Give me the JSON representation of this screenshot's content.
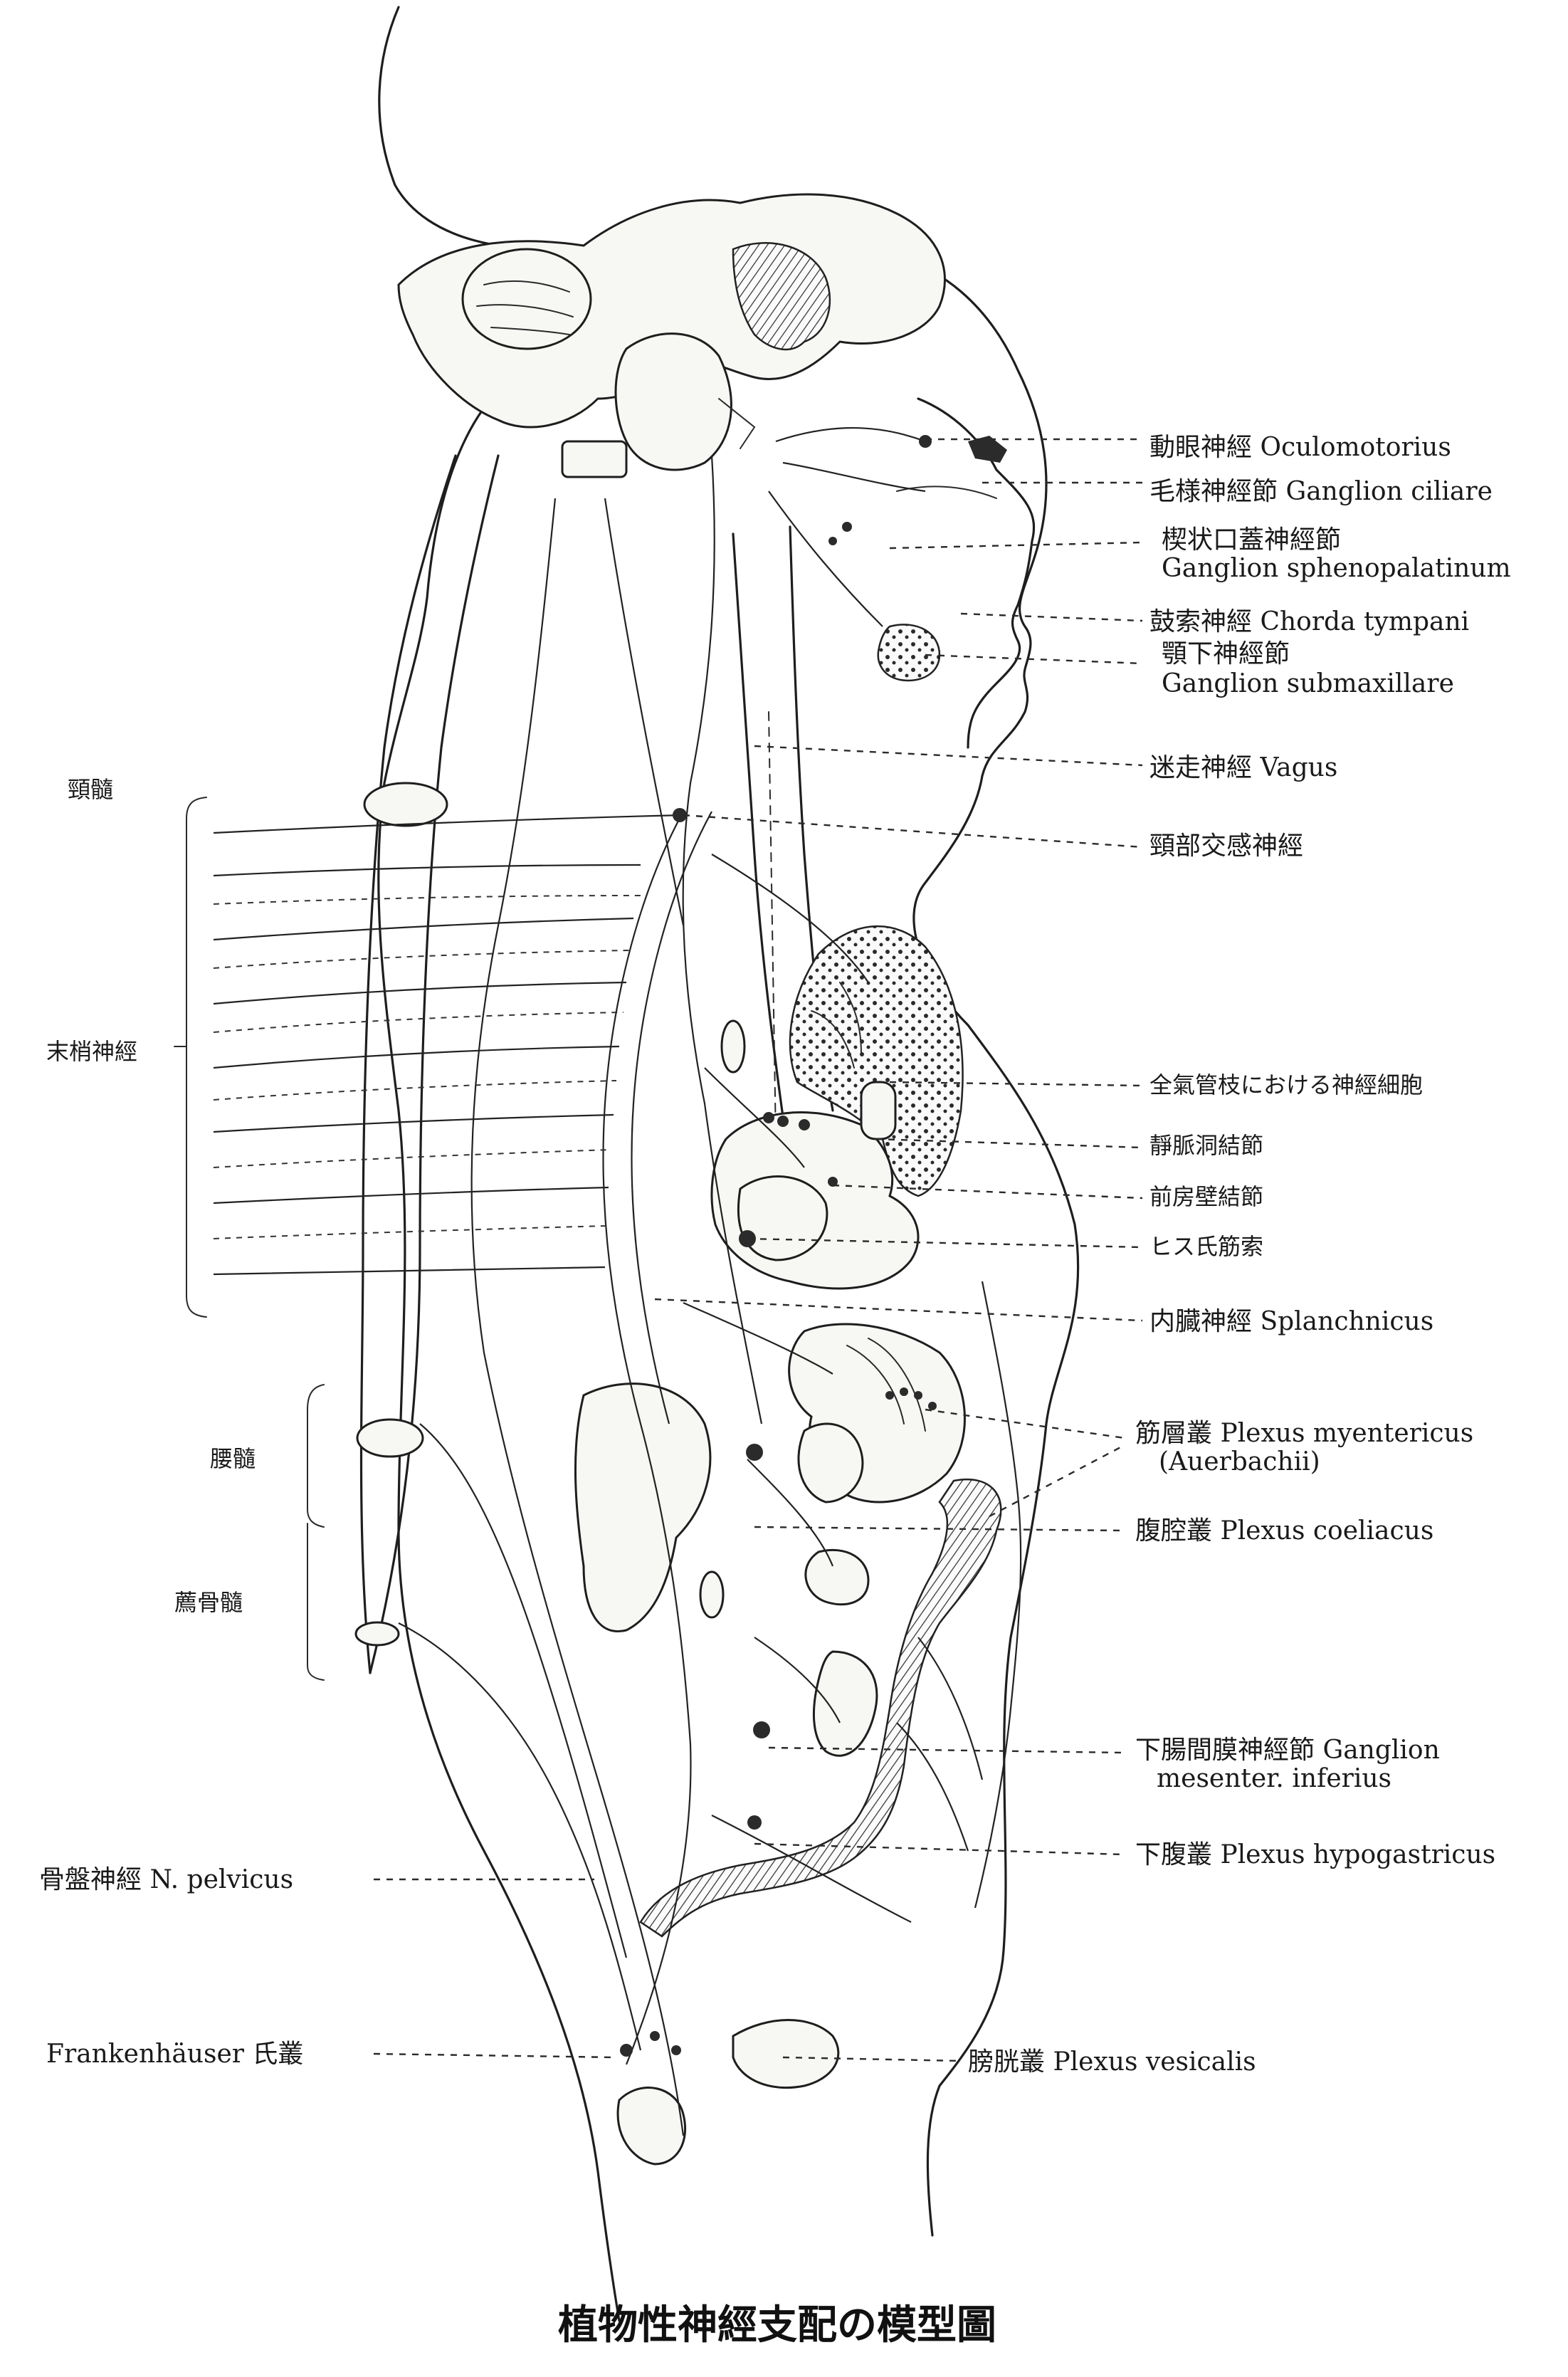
{
  "caption": "植物性神經支配の模型圖",
  "right_labels": [
    {
      "id": "oculomotorius",
      "lines": [
        "動眼神經 Oculomotorius"
      ]
    },
    {
      "id": "ganglion-ciliare",
      "lines": [
        "毛様神經節 Ganglion ciliare"
      ]
    },
    {
      "id": "ganglion-sphenopalatinum",
      "lines": [
        "楔状口蓋神經節",
        "Ganglion sphenopalatinum"
      ]
    },
    {
      "id": "chorda-tympani",
      "lines": [
        "鼓索神經 Chorda tympani"
      ]
    },
    {
      "id": "ganglion-submaxillare",
      "lines": [
        "顎下神經節",
        "Ganglion submaxillare"
      ]
    },
    {
      "id": "vagus",
      "lines": [
        "迷走神經 Vagus"
      ]
    },
    {
      "id": "cervical-sympathetic",
      "lines": [
        "頸部交感神經"
      ]
    },
    {
      "id": "bronchial-ganglion-cells",
      "lines": [
        "全氣管枝における神經細胞"
      ]
    },
    {
      "id": "sinus-node",
      "lines": [
        "靜脈洞結節"
      ]
    },
    {
      "id": "atrial-septum-node",
      "lines": [
        "前房壁結節"
      ]
    },
    {
      "id": "his-bundle",
      "lines": [
        "ヒス氏筋索"
      ]
    },
    {
      "id": "splanchnicus",
      "lines": [
        "内臓神經 Splanchnicus"
      ]
    },
    {
      "id": "plexus-myentericus",
      "lines": [
        "筋層叢 Plexus myentericus",
        "(Auerbachii)"
      ]
    },
    {
      "id": "plexus-coeliacus",
      "lines": [
        "腹腔叢 Plexus coeliacus"
      ]
    },
    {
      "id": "ganglion-mesenter-inferius",
      "lines": [
        "下腸間膜神經節 Ganglion",
        "mesenter. inferius"
      ]
    },
    {
      "id": "plexus-hypogastricus",
      "lines": [
        "下腹叢 Plexus hypogastricus"
      ]
    },
    {
      "id": "plexus-vesicalis",
      "lines": [
        "膀胱叢 Plexus vesicalis"
      ]
    }
  ],
  "left_labels": [
    {
      "id": "cervical-cord",
      "lines": [
        "頸髓"
      ]
    },
    {
      "id": "spinal-nerves",
      "lines": [
        "末梢神經"
      ]
    },
    {
      "id": "lumbar-cord",
      "lines": [
        "腰髓"
      ]
    },
    {
      "id": "sacral-cord",
      "lines": [
        "薦骨髓"
      ]
    },
    {
      "id": "n-pelvicus",
      "lines": [
        "骨盤神經 N. pelvicus"
      ]
    },
    {
      "id": "frankenhauser",
      "lines": [
        "Frankenhäuser 氏叢"
      ]
    }
  ]
}
